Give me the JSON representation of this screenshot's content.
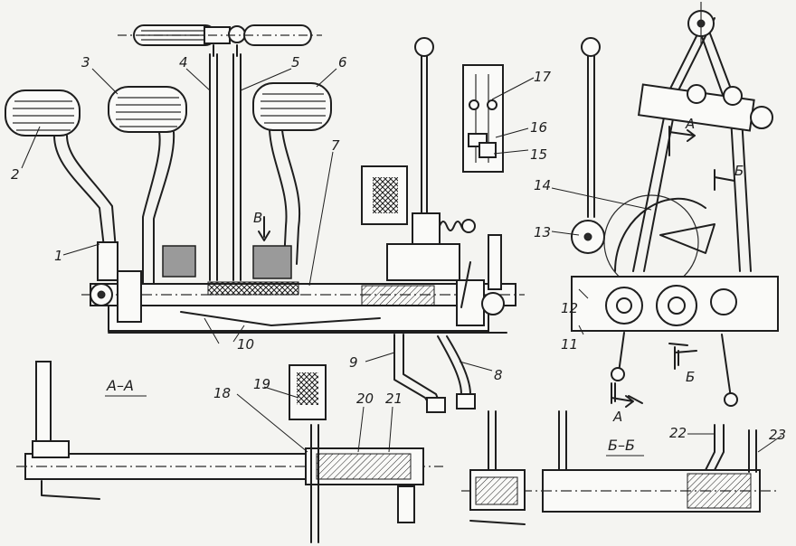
{
  "callouts": [
    "1",
    "2",
    "3",
    "4",
    "5",
    "6",
    "7",
    "8",
    "9",
    "10",
    "11",
    "12",
    "13",
    "14",
    "15",
    "16",
    "17",
    "18",
    "19",
    "20",
    "21",
    "22",
    "23"
  ],
  "section_labels": {
    "aa": "А–А",
    "bb": "Б–Б"
  },
  "cut_markers": {
    "a": "А",
    "b": "Б"
  },
  "arrow_labels": {
    "v": "В"
  }
}
